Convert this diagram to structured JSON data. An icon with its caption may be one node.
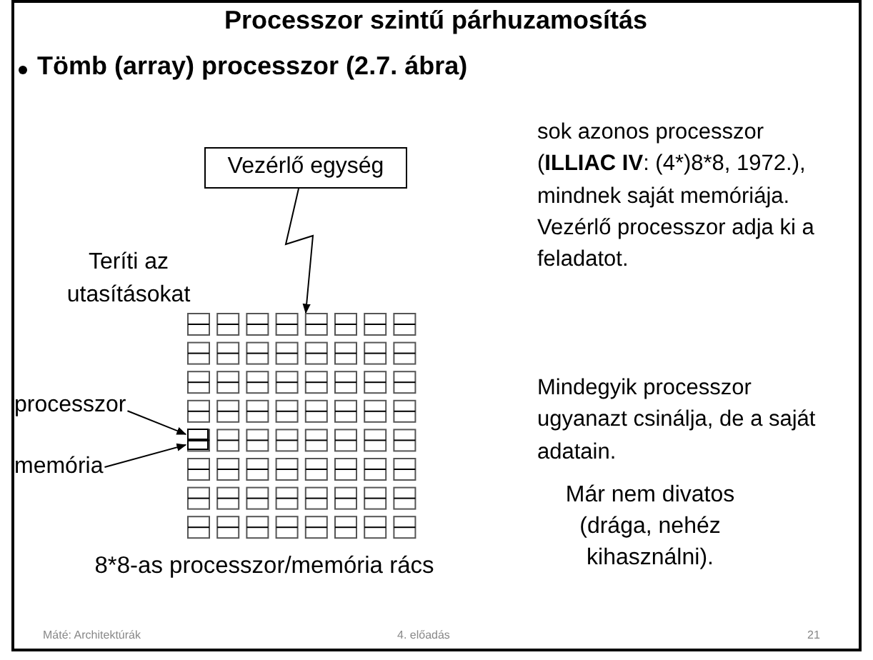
{
  "diagram": {
    "title": "Processzor szintű párhuzamosítás",
    "nodes": [
      {
        "text": [
          "Vezérlő egység"
        ]
      },
      {
        "text": [],
        "shape": "box"
      },
      {
        "text": [
          "processzor"
        ]
      },
      {
        "text": [
          "memória"
        ]
      },
      {
        "text": [],
        "shape": "box",
        "in": 1
      },
      {
        "text": [],
        "shape": "box",
        "in": 1
      }
    ],
    "edges": [
      {
        "from": 0,
        "to": 1,
        "arrow": "to"
      },
      {
        "from": 2,
        "to": 4,
        "arrow": "to"
      },
      {
        "from": 3,
        "to": 5,
        "arrow": "to"
      }
    ],
    "labels": [
      "Tömb (array) processzor (2.7. ábra)",
      "Teríti az utasításokat",
      "sok azonos processzor (**ILLIAC IV**: (4*)8*8, 1972.), mindnek saját memóriája. Vezérlő processzor adja ki a feladatot.",
      "Mindegyik processzor ugyanazt csinálja, de a saját adatain.",
      "Már nem divatos (drága, nehéz kihasználni).",
      "8*8-as processzor/memória rács",
      "Máté: Architektúrák",
      "4. előadás",
      "21"
    ]
  }
}
